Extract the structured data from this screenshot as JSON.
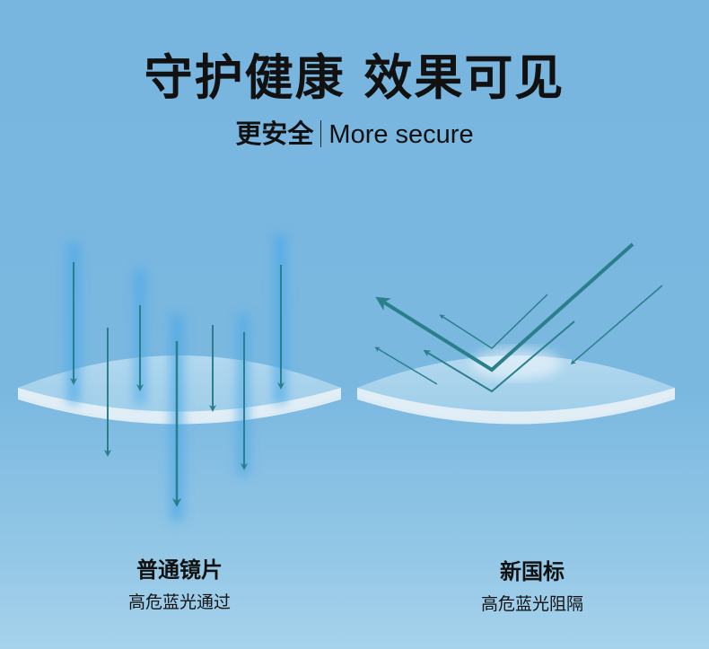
{
  "headline": "守护健康 效果可见",
  "subtitle": {
    "cn": "更安全",
    "en": "More secure"
  },
  "left": {
    "title": "普通镜片",
    "desc": "高危蓝光通过"
  },
  "right": {
    "title": "新国标",
    "desc": "高危蓝光阻隔"
  },
  "colors": {
    "arrow": "#2a7f8a",
    "background": "#7ab8e0"
  }
}
